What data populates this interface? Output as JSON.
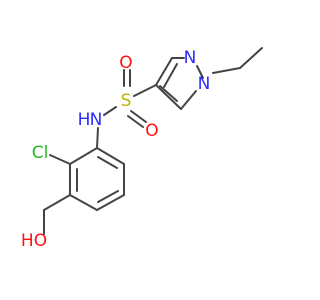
{
  "atoms": {
    "n1": "N",
    "n2": "N",
    "s": "S",
    "o1": "O",
    "o2": "O",
    "nh_n": "N",
    "nh_h": "H",
    "cl": "Cl",
    "oh": "HO"
  },
  "colors": {
    "bond": "#444444",
    "nitrogen": "#2d2dff",
    "oxygen": "#ff1111",
    "sulfur": "#b8b800",
    "chlorine": "#22bb22",
    "background": "#ffffff"
  }
}
